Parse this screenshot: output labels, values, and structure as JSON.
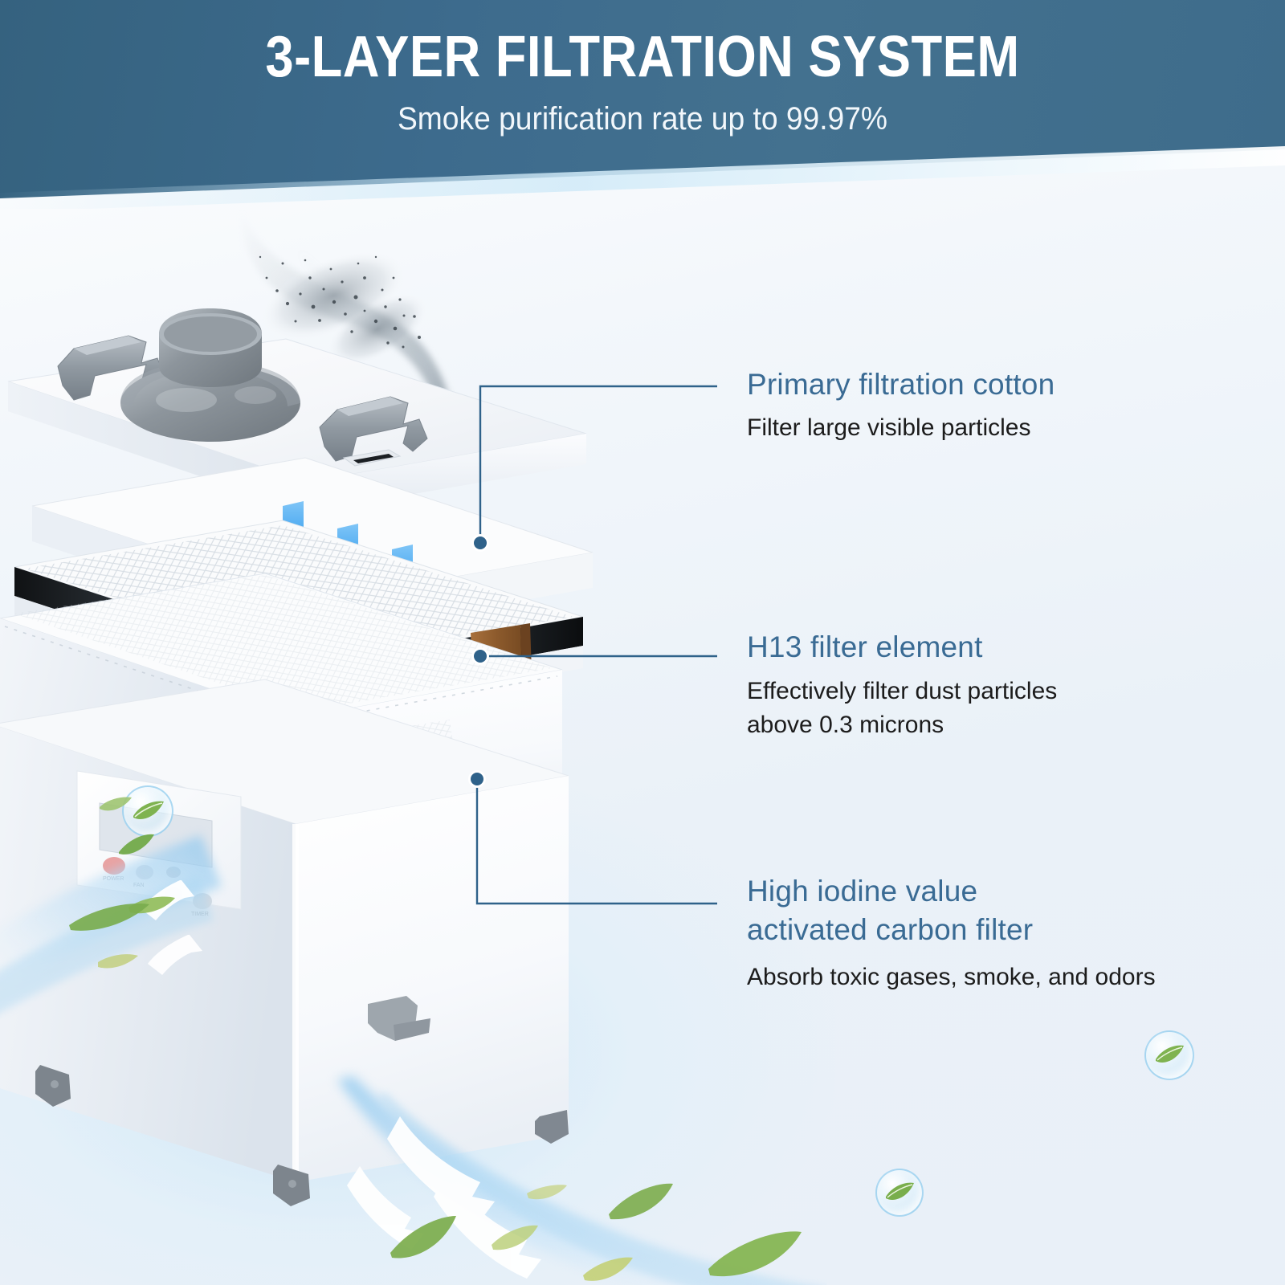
{
  "banner": {
    "title": "3-LAYER FILTRATION SYSTEM",
    "subtitle": "Smoke purification rate up to 99.97%",
    "bg_color": "#3d6b8d",
    "title_color": "#ffffff"
  },
  "theme": {
    "accent_blue": "#3a6b94",
    "leader_line": "#2f628a",
    "body_text": "#1c1c1c",
    "arrow_blue": "#3aa0ef",
    "leaf_green": "#84b552",
    "page_bg": "#eef4fa"
  },
  "callouts": [
    {
      "id": "primary-filtration-cotton",
      "heading": "Primary filtration cotton",
      "body": "Filter large visible particles",
      "marker_label": "primary-cotton-marker"
    },
    {
      "id": "h13-filter-element",
      "heading": "H13 filter element",
      "body": "Effectively filter dust particles\nabove 0.3 microns",
      "marker_label": "h13-filter-marker"
    },
    {
      "id": "activated-carbon-filter",
      "heading": "High iodine value\nactivated carbon filter",
      "body": "Absorb toxic gases, smoke, and odors",
      "marker_label": "carbon-filter-marker"
    }
  ],
  "product": {
    "name": "fume extractor unit",
    "parts": [
      "top-lid",
      "carry-handle-left",
      "carry-handle-right",
      "duct-flange",
      "lid-vent-slot",
      "primary-cotton-layer",
      "h13-filter-cartridge",
      "h13-black-frame",
      "h13-brown-tab",
      "carbon-filter-chamber",
      "main-cabinet",
      "control-panel",
      "lcd-display",
      "power-button",
      "fan-button",
      "plus-button",
      "timer-button",
      "door-latch",
      "caster-front-left",
      "caster-front-right",
      "caster-rear"
    ]
  },
  "decor": {
    "smoke_label": "dirty-smoke-plume",
    "arrows_in_label": "airflow-down-arrow",
    "arrows_out_label": "clean-air-arrow",
    "leaf_label": "green-leaf",
    "bubble_leaf_label": "leaf-in-bubble"
  }
}
